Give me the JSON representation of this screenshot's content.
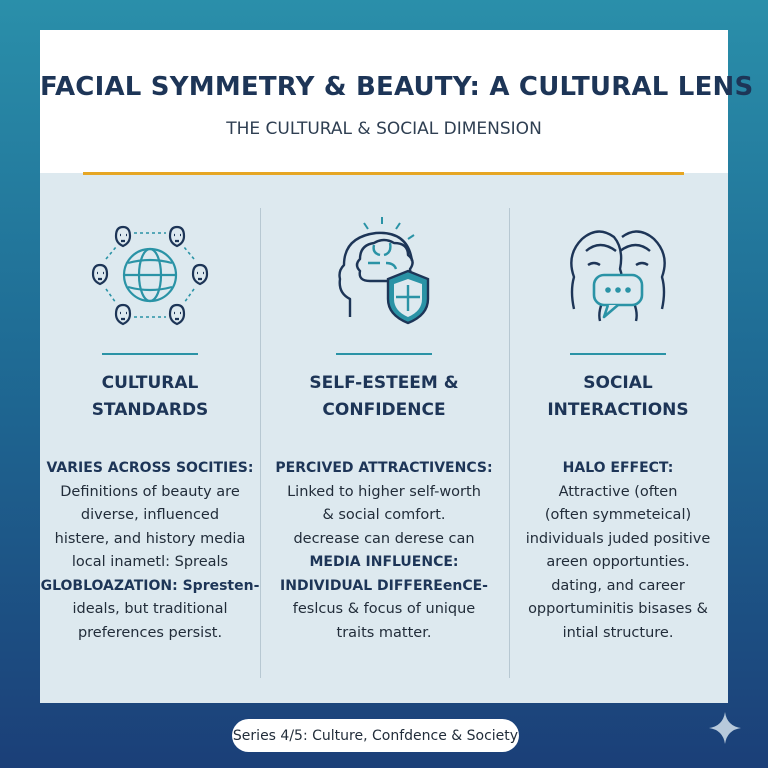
{
  "header": {
    "title": "FACIAL SYMMETRY & BEAUTY: A CULTURAL LENS",
    "subtitle": "THE CULTURAL & SOCIAL DIMENSION"
  },
  "columns": [
    {
      "icon": "globe-faces-icon",
      "heading": [
        "CULTURAL",
        "STANDARDS"
      ],
      "lines": [
        {
          "text": "VARIES ACROSS SOCITIES:",
          "bold": true
        },
        {
          "text": "Definitions of beauty are",
          "bold": false
        },
        {
          "text": "diverse, influenced",
          "bold": false
        },
        {
          "text": "histere, and history media",
          "bold": false
        },
        {
          "text": "local inametl: Spreals",
          "bold": false
        },
        {
          "text": "GLOBLOAZATION: Spresten-",
          "bold": true
        },
        {
          "text": "ideals, but traditional",
          "bold": false
        },
        {
          "text": "preferences persist.",
          "bold": false
        }
      ]
    },
    {
      "icon": "brain-shield-icon",
      "heading": [
        "SELF-ESTEEM &",
        "CONFIDENCE"
      ],
      "lines": [
        {
          "text": "PERCIVED ATTRACTIVENCS:",
          "bold": true
        },
        {
          "text": "Linked to higher self-worth",
          "bold": false
        },
        {
          "text": "& social comfort.",
          "bold": false
        },
        {
          "text": "decrease can derese can",
          "bold": false
        },
        {
          "text": "MEDIA INFLUENCE:",
          "bold": true
        },
        {
          "text": "INDIVIDUAL DIFFEREenCE-",
          "bold": true
        },
        {
          "text": "feslcus & focus of unique",
          "bold": false
        },
        {
          "text": "traits matter.",
          "bold": false
        }
      ]
    },
    {
      "icon": "two-faces-chat-icon",
      "heading": [
        "SOCIAL",
        "INTERACTIONS"
      ],
      "lines": [
        {
          "text": "HALO EFFECT:",
          "bold": true
        },
        {
          "text": "Attractive (often",
          "bold": false
        },
        {
          "text": "(often symmeteical)",
          "bold": false
        },
        {
          "text": "individuals juded positive",
          "bold": false
        },
        {
          "text": "areen opportunties.",
          "bold": false
        },
        {
          "text": "dating, and career",
          "bold": false
        },
        {
          "text": "opportuminitis bisases &",
          "bold": false
        },
        {
          "text": "intial structure.",
          "bold": false
        }
      ]
    }
  ],
  "footer": {
    "label": "Series 4/5: Culture, Confdence & Society",
    "sparkle_icon": "sparkle-icon"
  },
  "colors": {
    "navy": "#1d3557",
    "teal": "#2a93a6",
    "gold": "#e6a623",
    "panel": "#dde9ef"
  }
}
